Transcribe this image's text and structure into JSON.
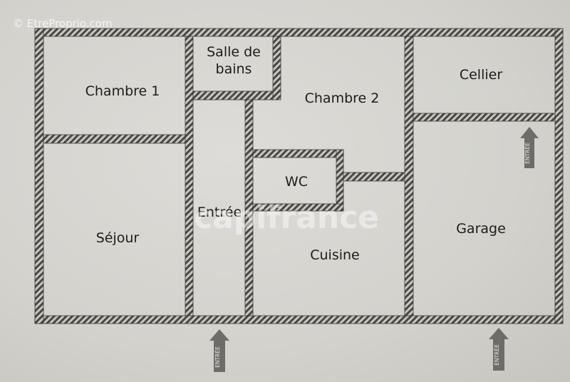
{
  "watermark": {
    "site": "© EtreProprio.com",
    "brand": "capifrance"
  },
  "rooms": {
    "chambre1": "Chambre 1",
    "salle_de_bains_line1": "Salle de",
    "salle_de_bains_line2": "bains",
    "chambre2": "Chambre 2",
    "cellier": "Cellier",
    "wc": "WC",
    "entree": "Entrée",
    "sejour": "Séjour",
    "cuisine": "Cuisine",
    "garage": "Garage"
  },
  "entrances": {
    "label": "ENTRÉE"
  },
  "colors": {
    "wall_dark": "#4a4845",
    "wall_light": "#c9c7c2",
    "room_fill": "#dcdbd7",
    "arrow": "#6e6c69"
  }
}
